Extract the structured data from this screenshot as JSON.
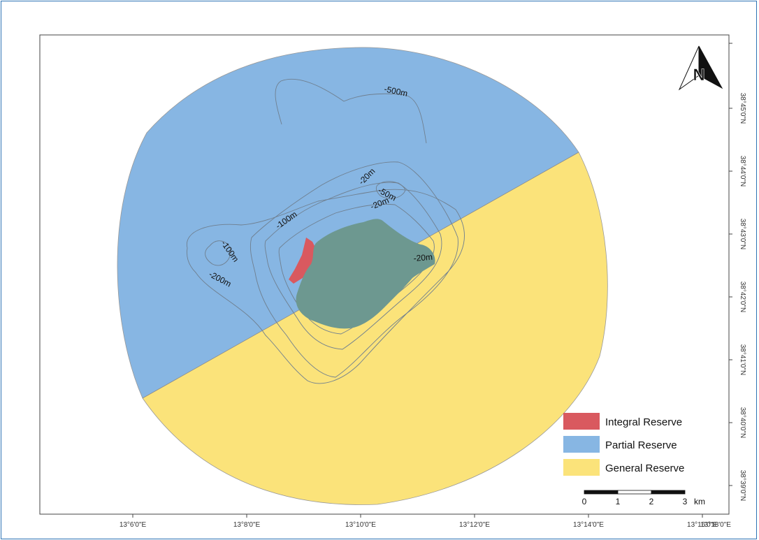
{
  "colors": {
    "integral": "#d9595f",
    "partial": "#87b6e3",
    "general": "#fbe37a",
    "island": "#6d9890",
    "frame": "#2e74b5"
  },
  "north_arrow": {
    "label": "N"
  },
  "longitude_ticks": [
    "13°6'0\"E",
    "13°8'0\"E",
    "13°10'0\"E",
    "13°12'0\"E",
    "13°14'0\"E",
    "13°16'0\"E",
    "13°18'0\"E"
  ],
  "latitude_ticks": [
    "38°45'0\"N",
    "38°44'0\"N",
    "38°43'0\"N",
    "38°42'0\"N",
    "38°41'0\"N",
    "38°40'0\"N",
    "38°39'0\"N"
  ],
  "contour_labels": [
    "-500m",
    "-20m",
    "-50m",
    "-20m",
    "-100m",
    "-100m",
    "-200m",
    "-20m"
  ],
  "legend": {
    "items": [
      {
        "label": "Integral Reserve",
        "color": "#d9595f"
      },
      {
        "label": "Partial Reserve",
        "color": "#87b6e3"
      },
      {
        "label": "General Reserve",
        "color": "#fbe37a"
      }
    ]
  },
  "scale_bar": {
    "ticks": [
      "0",
      "1",
      "2",
      "3"
    ],
    "unit": "km"
  }
}
